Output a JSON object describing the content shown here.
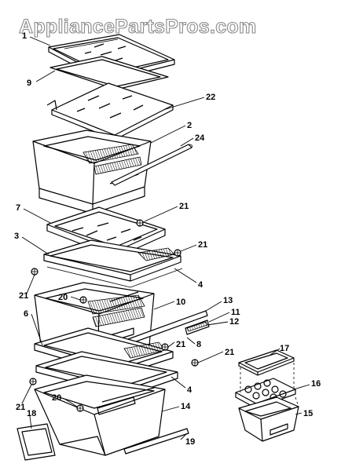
{
  "watermark": "AppliancePartsPros.com",
  "labels": {
    "l1": "1",
    "l9": "9",
    "l22": "22",
    "l2": "2",
    "l24": "24",
    "l7": "7",
    "l21a": "21",
    "l3": "3",
    "l21b": "21",
    "l4a": "4",
    "l21c": "21",
    "l20a": "20",
    "l10": "10",
    "l13": "13",
    "l6": "6",
    "l11": "11",
    "l12": "12",
    "l21d": "21",
    "l8": "8",
    "l21e": "21",
    "l17": "17",
    "l4b": "4",
    "l16": "16",
    "l21f": "21",
    "l20b": "20",
    "l14": "14",
    "l15": "15",
    "l18": "18",
    "l19": "19"
  }
}
